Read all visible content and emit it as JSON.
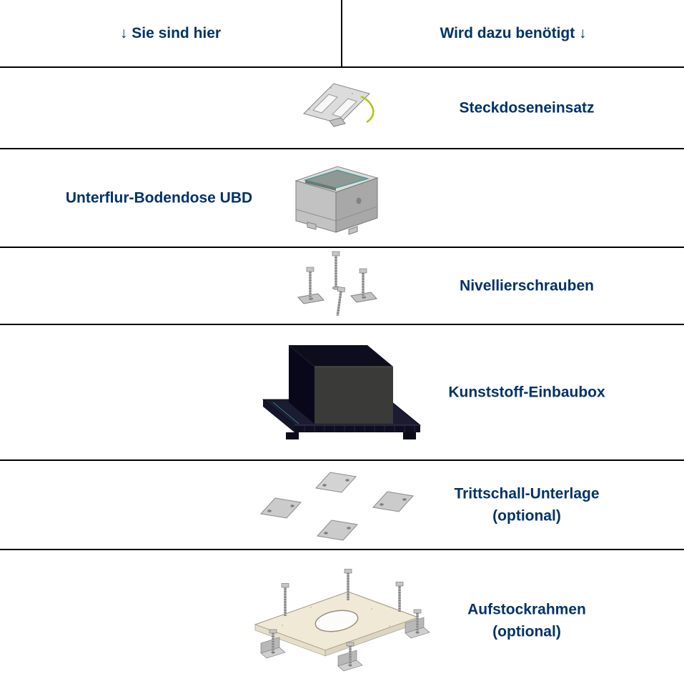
{
  "header": {
    "left_label": "↓ Sie sind hier",
    "right_label": "Wird dazu benötigt ↓"
  },
  "rows": [
    {
      "image": "steckdoseneinsatz-image",
      "label": "Steckdoseneinsatz",
      "sublabel": "",
      "label_side": "right"
    },
    {
      "image": "unterflur-bodendose-ubd-image",
      "label": "Unterflur-Bodendose UBD",
      "sublabel": "",
      "label_side": "left"
    },
    {
      "image": "nivellierschrauben-image",
      "label": "Nivellierschrauben",
      "sublabel": "",
      "label_side": "right"
    },
    {
      "image": "kunststoff-einbaubox-image",
      "label": "Kunststoff-Einbaubox",
      "sublabel": "",
      "label_side": "right"
    },
    {
      "image": "trittschall-unterlage-image",
      "label": "Trittschall-Unterlage",
      "sublabel": "(optional)",
      "label_side": "right"
    },
    {
      "image": "aufstockrahmen-image",
      "label": "Aufstockrahmen",
      "sublabel": "(optional)",
      "label_side": "right"
    }
  ],
  "colors": {
    "heading_text": "#003366",
    "separator": "#000000",
    "background": "#ffffff",
    "ground_wire": "#a6c814",
    "metal": "#c6c6c6",
    "dark_box": "#17172b",
    "ivory_frame": "#efe9d6",
    "chromate_teal": "#3f9a94"
  }
}
